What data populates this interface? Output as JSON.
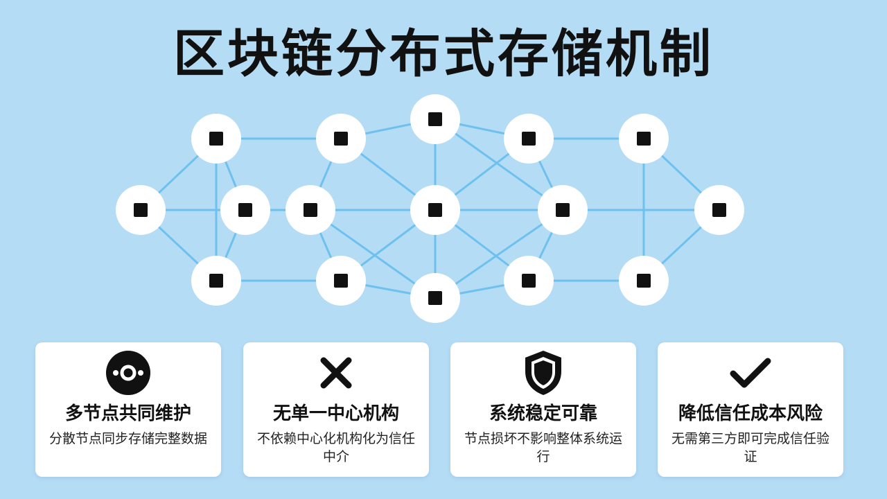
{
  "title": "区块链分布式存储机制",
  "features": [
    {
      "icon": "node-ring-icon",
      "title": "多节点共同维护",
      "description": "分散节点同步存储完整数据"
    },
    {
      "icon": "x-mark-icon",
      "title": "无单一中心机构",
      "description": "不依赖中心化机构化为信任中介"
    },
    {
      "icon": "shield-icon",
      "title": "系统稳定可靠",
      "description": "节点损坏不影响整体系统运行"
    },
    {
      "icon": "checkmark-icon",
      "title": "降低信任成本风险",
      "description": "无需第三方即可完成信任验证"
    }
  ],
  "colors": {
    "background": "#b5dcf5",
    "link": "#6ec1ee",
    "node": "#ffffff",
    "node_core": "#111111",
    "text": "#111111"
  }
}
